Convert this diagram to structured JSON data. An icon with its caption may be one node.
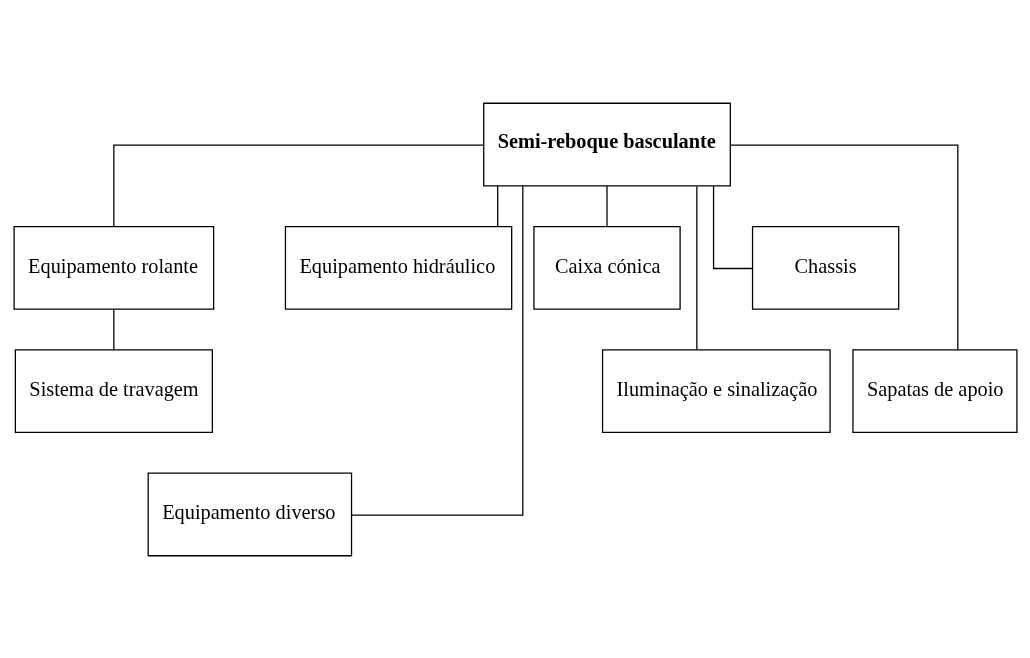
{
  "diagram": {
    "nodes": [
      {
        "text": [
          "Semi-reboque basculante"
        ]
      },
      {
        "text": [
          "Equipamento rolante"
        ]
      },
      {
        "text": [
          "Sistema de travagem"
        ]
      },
      {
        "text": [
          "Equipamento diverso"
        ]
      },
      {
        "text": [
          "Equipamento hidráulico"
        ]
      },
      {
        "text": [
          "Caixa cónica"
        ]
      },
      {
        "text": [
          "Iluminação e sinalização"
        ]
      },
      {
        "text": [
          "Chassis"
        ]
      },
      {
        "text": [
          "Sapatas de apoio"
        ]
      }
    ],
    "edges": [
      {
        "from": 0,
        "to": 1,
        "arrow": "none"
      },
      {
        "from": 0,
        "to": 3,
        "arrow": "none"
      },
      {
        "from": 0,
        "to": 4,
        "arrow": "none"
      },
      {
        "from": 0,
        "to": 5,
        "arrow": "none"
      },
      {
        "from": 0,
        "to": 6,
        "arrow": "none"
      },
      {
        "from": 0,
        "to": 8,
        "arrow": "none"
      },
      {
        "from": 0,
        "to": 7,
        "arrow": "none"
      },
      {
        "from": 1,
        "to": 2,
        "arrow": "none"
      }
    ]
  }
}
